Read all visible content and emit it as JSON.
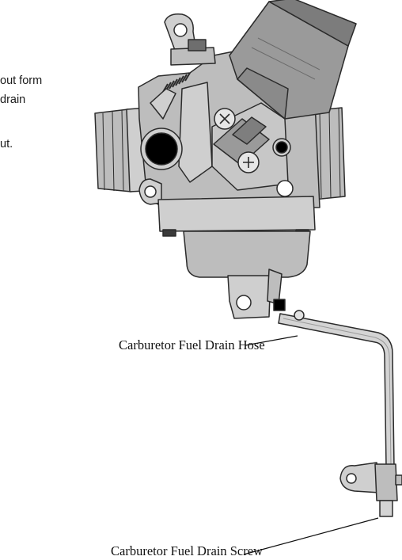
{
  "fragments": {
    "line1": "out form",
    "line2": "drain",
    "line3": "ut."
  },
  "callouts": {
    "hose": "Carburetor Fuel Drain Hose",
    "screw": "Carburetor Fuel Drain Screw"
  },
  "colors": {
    "body": "#bdbdbd",
    "body_light": "#cfcfcf",
    "body_dark": "#8a8a8a",
    "outline": "#2b2b2b",
    "background": "#ffffff"
  }
}
